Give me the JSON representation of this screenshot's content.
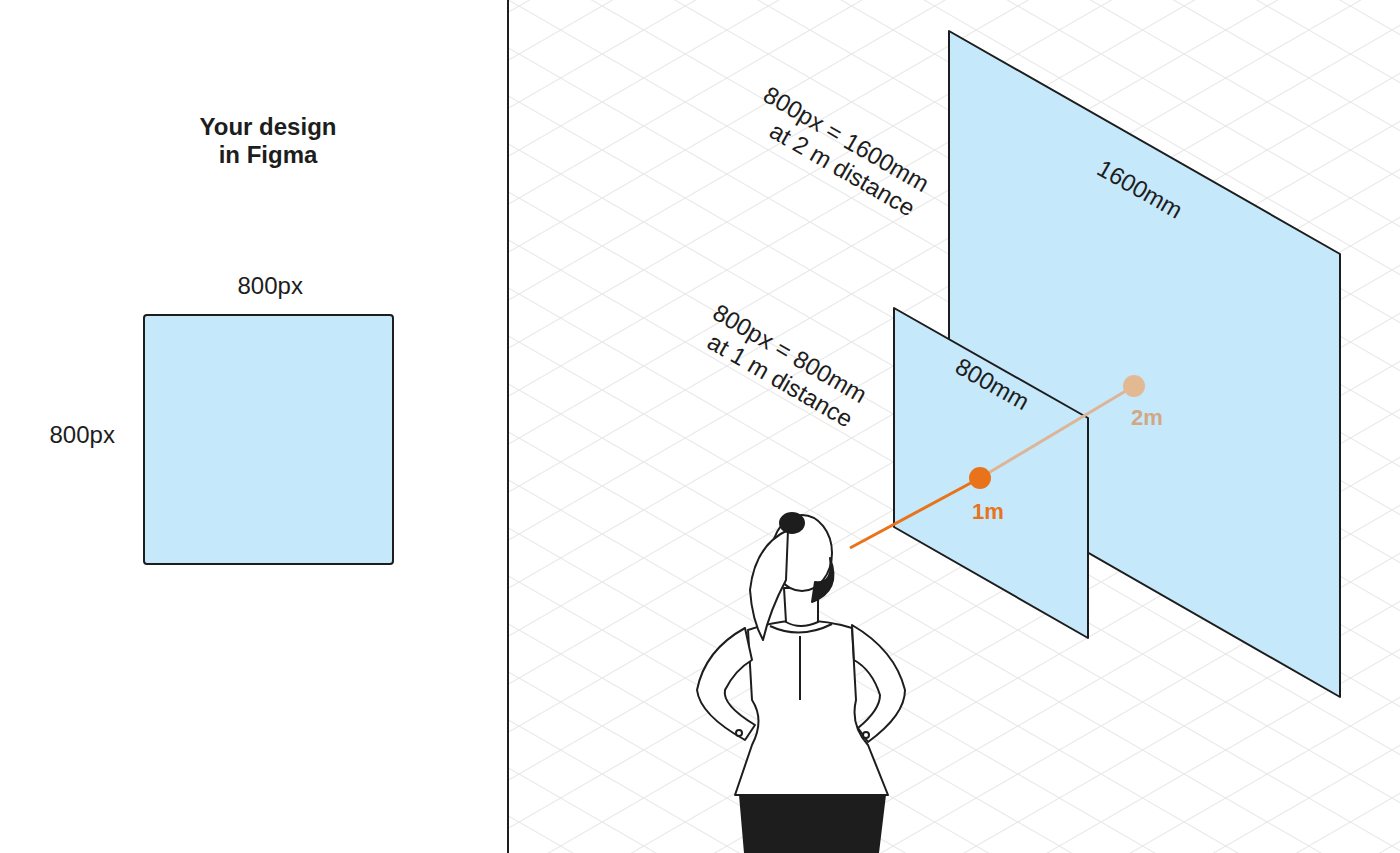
{
  "diagram": {
    "nodes": [
      {
        "text": [
          "1600mm"
        ]
      },
      {
        "text": [
          "800mm"
        ]
      }
    ],
    "labels": [
      "Your design in Figma",
      "800px",
      "800px",
      "800px = 1600mm at 2 m distance",
      "800px = 800mm at 1 m distance",
      "2m",
      "1m"
    ]
  }
}
